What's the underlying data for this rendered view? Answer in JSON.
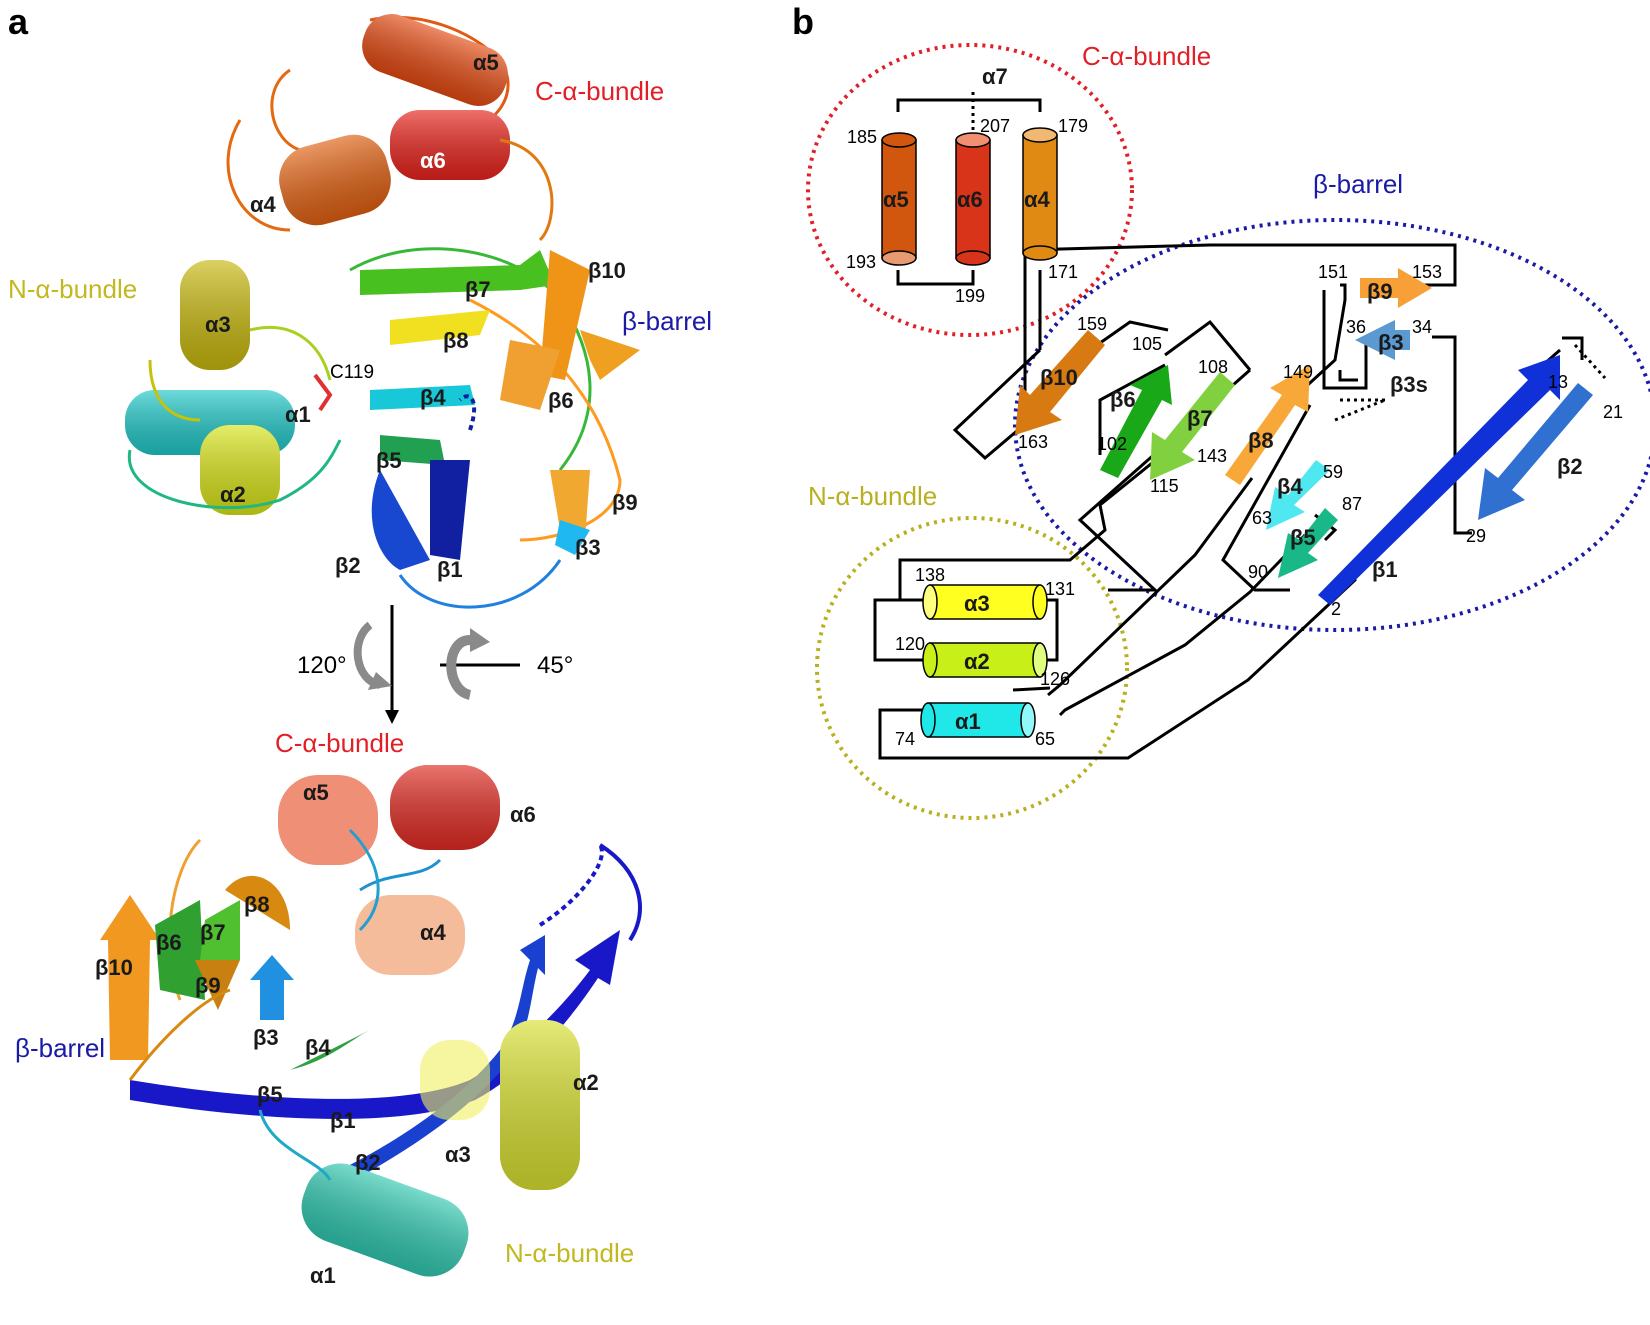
{
  "panels": {
    "a": "a",
    "b": "b"
  },
  "colors": {
    "c_bundle": "#e21f26",
    "beta_barrel": "#1a1aa6",
    "n_bundle": "#c2b81f"
  },
  "a_top": {
    "c_bundle": "C-α-bundle",
    "n_bundle": "N-α-bundle",
    "beta_barrel": "β-barrel",
    "alpha1": "α1",
    "alpha2": "α2",
    "alpha3": "α3",
    "alpha4": "α4",
    "alpha5": "α5",
    "alpha6": "α6",
    "beta1": "β1",
    "beta2": "β2",
    "beta3": "β3",
    "beta4": "β4",
    "beta5": "β5",
    "beta6": "β6",
    "beta7": "β7",
    "beta8": "β8",
    "beta9": "β9",
    "beta10": "β10",
    "residue": "C119"
  },
  "rotation": {
    "left": "120°",
    "right": "45°"
  },
  "a_bottom": {
    "c_bundle": "C-α-bundle",
    "n_bundle": "N-α-bundle",
    "beta_barrel": "β-barrel",
    "alpha1": "α1",
    "alpha2": "α2",
    "alpha3": "α3",
    "alpha4": "α4",
    "alpha5": "α5",
    "alpha6": "α6",
    "beta1": "β1",
    "beta2": "β2",
    "beta3": "β3",
    "beta4": "β4",
    "beta5": "β5",
    "beta6": "β6",
    "beta7": "β7",
    "beta8": "β8",
    "beta9": "β9",
    "beta10": "β10"
  },
  "b": {
    "c_bundle": "C-α-bundle",
    "n_bundle": "N-α-bundle",
    "beta_barrel": "β-barrel",
    "alpha7": "α7",
    "helices": {
      "a5": "α5",
      "a6": "α6",
      "a4": "α4",
      "a3": "α3",
      "a2": "α2",
      "a1": "α1"
    },
    "strands": {
      "b1": "β1",
      "b2": "β2",
      "b3": "β3",
      "b3s": "β3s",
      "b4": "β4",
      "b5": "β5",
      "b6": "β6",
      "b7": "β7",
      "b8": "β8",
      "b9": "β9",
      "b10": "β10"
    },
    "residues": {
      "r185": "185",
      "r193": "193",
      "r207": "207",
      "r199": "199",
      "r179": "179",
      "r171": "171",
      "r159": "159",
      "r163": "163",
      "r105": "105",
      "r102": "102",
      "r108": "108",
      "r115": "115",
      "r151": "151",
      "r153": "153",
      "r36": "36",
      "r34": "34",
      "r149": "149",
      "r143": "143",
      "r59": "59",
      "r63": "63",
      "r87": "87",
      "r90": "90",
      "r13": "13",
      "r21": "21",
      "r29": "29",
      "r2": "2",
      "r138": "138",
      "r131": "131",
      "r120": "120",
      "r126": "126",
      "r74": "74",
      "r65": "65"
    }
  }
}
